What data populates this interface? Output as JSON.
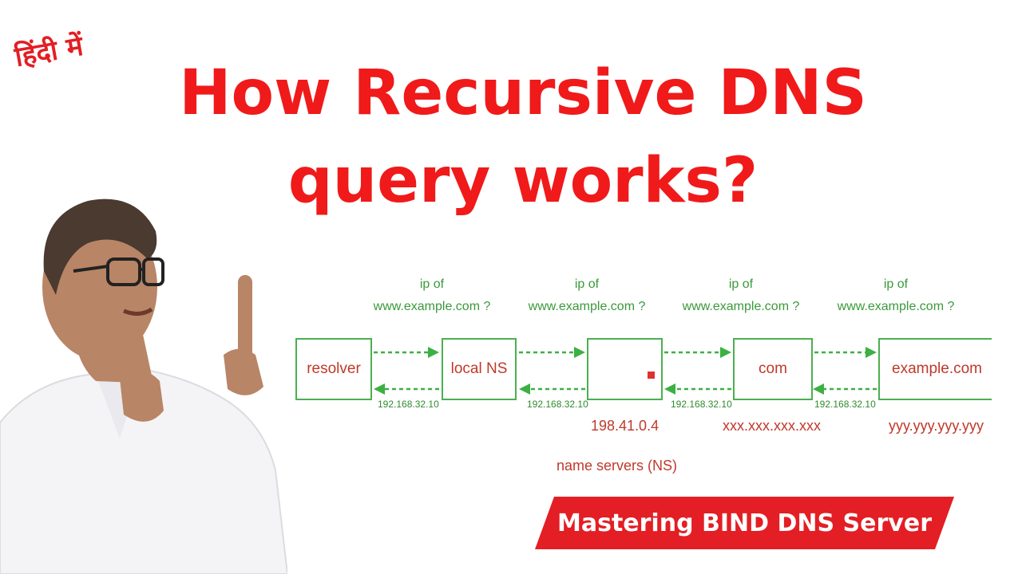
{
  "hindi_tag": "हिंदी में",
  "title": {
    "line1": "How Recursive DNS",
    "line2": "query works?"
  },
  "diagram": {
    "nodes": [
      {
        "label": "resolver"
      },
      {
        "label": "local NS"
      },
      {
        "label": ""
      },
      {
        "label": "com"
      },
      {
        "label": "example.com"
      }
    ],
    "queries": [
      {
        "line1": "ip of",
        "line2": "www.example.com ?"
      },
      {
        "line1": "ip of",
        "line2": "www.example.com ?"
      },
      {
        "line1": "ip of",
        "line2": "www.example.com ?"
      },
      {
        "line1": "ip of",
        "line2": "www.example.com ?"
      }
    ],
    "reply_ips": [
      "192.168.32.10",
      "192.168.32.10",
      "192.168.32.10",
      "192.168.32.10"
    ],
    "ns_ips": [
      "198.41.0.4",
      "xxx.xxx.xxx.xxx",
      "yyy.yyy.yyy.yyy"
    ],
    "ns_label": "name servers (NS)"
  },
  "banner": "Mastering BIND DNS Server",
  "colors": {
    "accent_red": "#e31e24",
    "title_red": "#f01a1a",
    "arrow_green": "#3cb043",
    "text_red": "#c0392b"
  }
}
